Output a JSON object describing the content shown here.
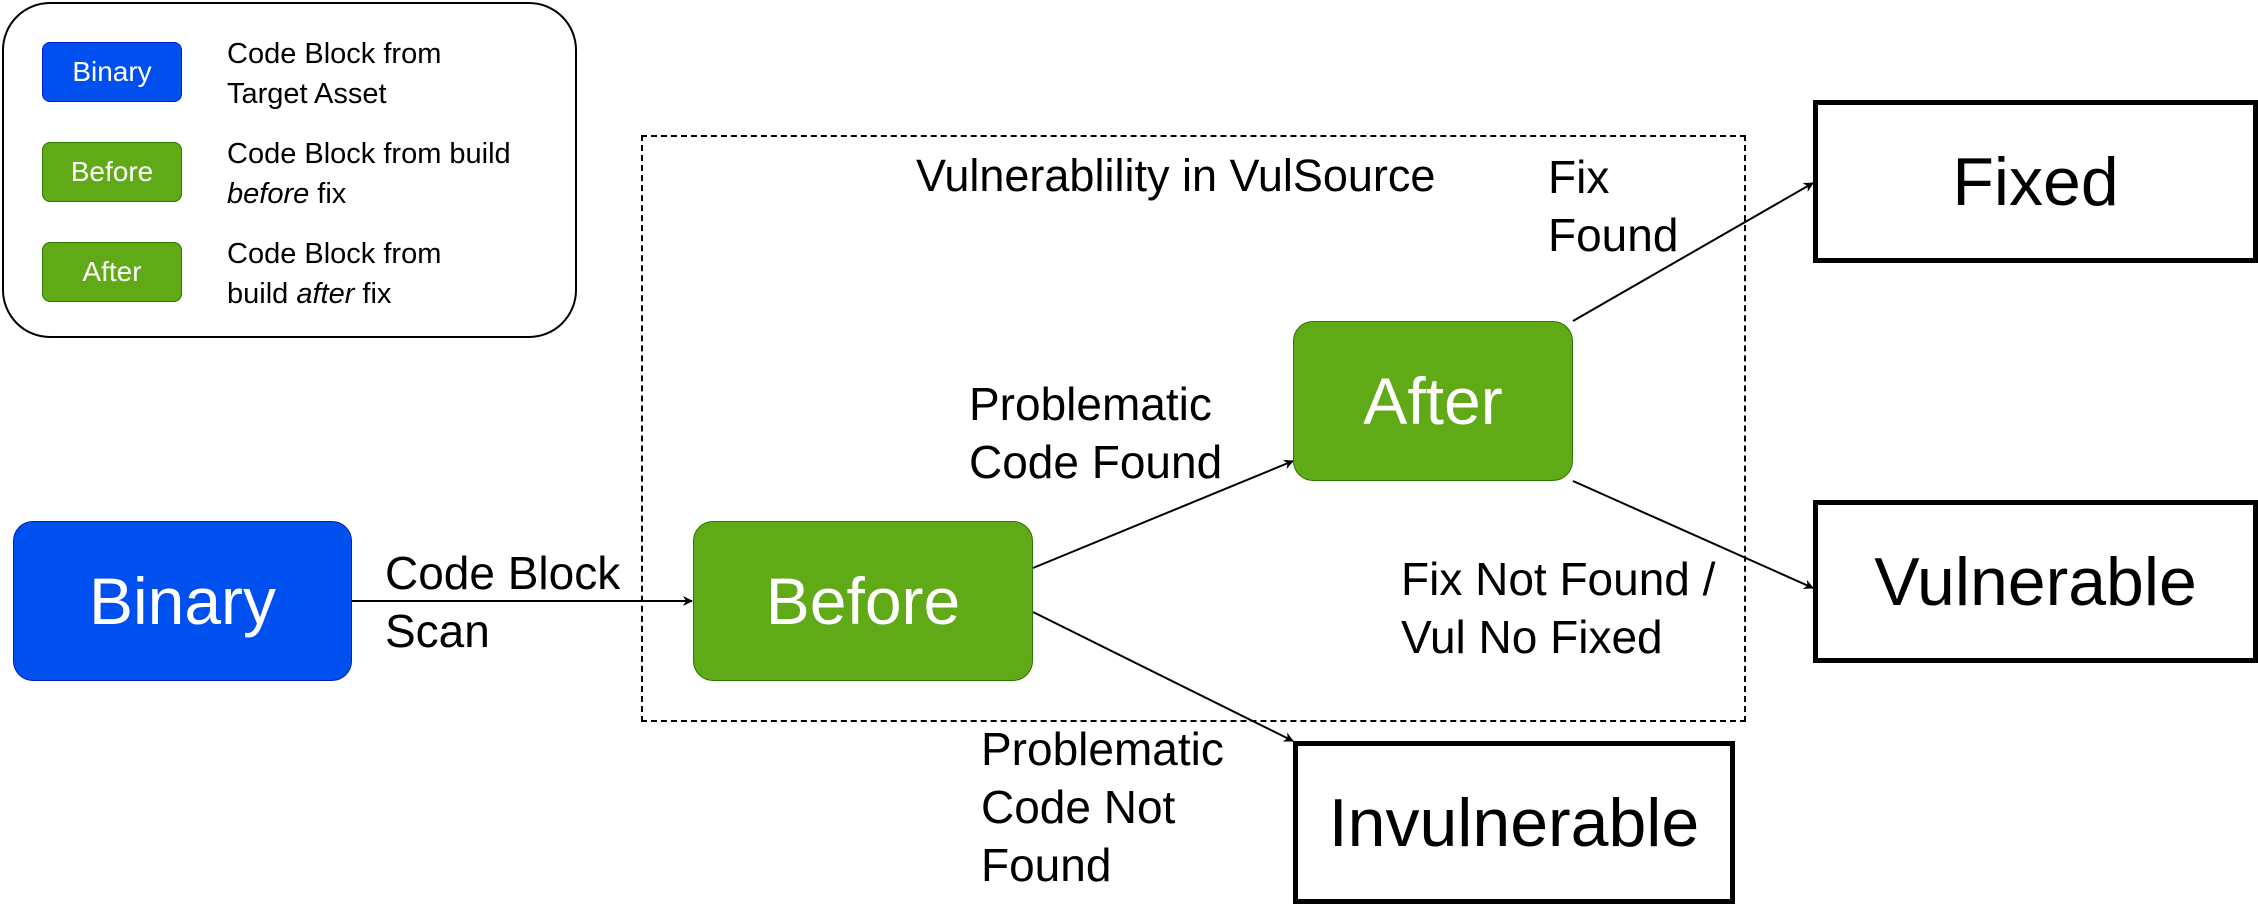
{
  "legend": {
    "items": [
      {
        "chip": "Binary",
        "line1": "Code Block from",
        "line2": "Target Asset"
      },
      {
        "chip": "Before",
        "line1": "Code Block from build",
        "line2_em": "before",
        "line2_rest": " fix"
      },
      {
        "chip": "After",
        "line1": "Code Block from",
        "line2_pre": "build ",
        "line2_em": "after",
        "line2_rest": " fix"
      }
    ]
  },
  "region": {
    "title": "Vulnerablility in VulSource"
  },
  "nodes": {
    "binary": "Binary",
    "before": "Before",
    "after": "After",
    "fixed": "Fixed",
    "vulnerable": "Vulnerable",
    "invulnerable": "Invulnerable"
  },
  "edges": {
    "scan": {
      "line1": "Code Block",
      "line2": "Scan"
    },
    "found": {
      "line1": "Problematic",
      "line2": "Code Found"
    },
    "not_found": {
      "line1": "Problematic",
      "line2": "Code Not",
      "line3": "Found"
    },
    "fix_found": {
      "line1": "Fix",
      "line2": "Found"
    },
    "fix_not_found": {
      "line1": "Fix Not Found /",
      "line2": "Vul No Fixed"
    }
  },
  "colors": {
    "binary_fill": "#0050ef",
    "binary_stroke": "#001dbc",
    "build_fill": "#60a917",
    "build_stroke": "#2d7600"
  }
}
